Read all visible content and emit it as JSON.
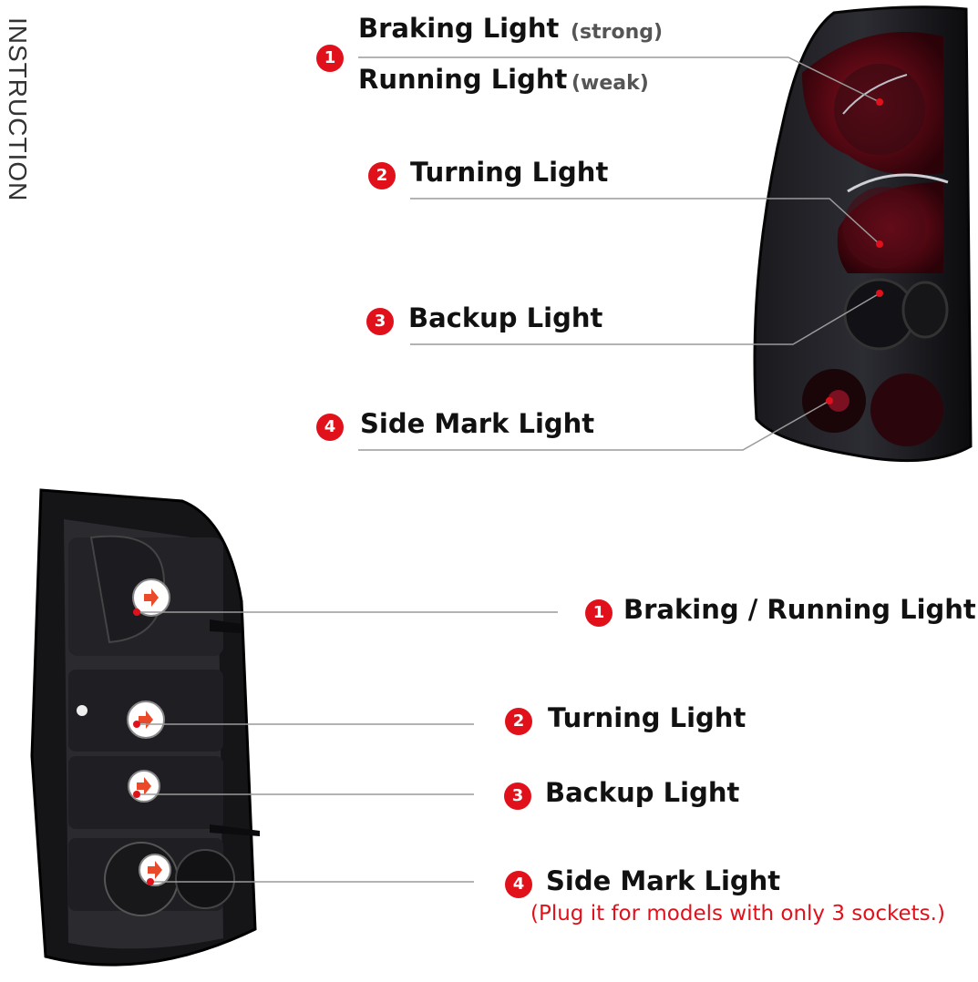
{
  "side_title": "INSTRUCTION",
  "top_section": {
    "items": [
      {
        "num": "1",
        "label": "Braking Light",
        "qualifier": "(strong)"
      },
      {
        "num": "",
        "label": "Running Light",
        "qualifier": "(weak)"
      },
      {
        "num": "2",
        "label": "Turning Light"
      },
      {
        "num": "3",
        "label": "Backup Light"
      },
      {
        "num": "4",
        "label": "Side Mark Light"
      }
    ]
  },
  "bottom_section": {
    "items": [
      {
        "num": "1",
        "label": "Braking / Running Light"
      },
      {
        "num": "2",
        "label": "Turning Light"
      },
      {
        "num": "3",
        "label": "Backup Light"
      },
      {
        "num": "4",
        "label": "Side Mark Light"
      }
    ],
    "note": "(Plug it for models with only 3 sockets.)"
  },
  "colors": {
    "badge": "#e1111b",
    "leader": "#9a9a9a"
  }
}
